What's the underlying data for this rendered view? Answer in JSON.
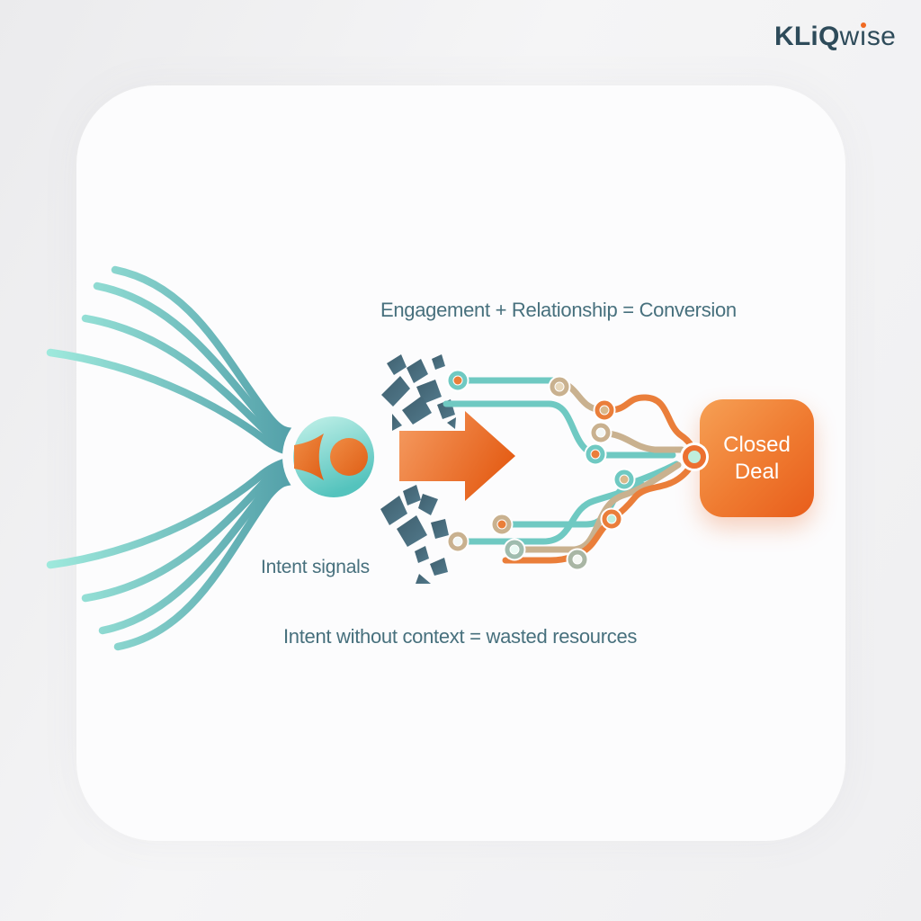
{
  "brand": {
    "bold": "KLiQ",
    "wise_pre": "w",
    "wise_i": "ı",
    "wise_post": "se"
  },
  "headline": "Engagement + Relationship = Conversion",
  "labels": {
    "intent_signals": "Intent signals",
    "bottom_caption": "Intent without context = wasted resources"
  },
  "closed_deal": {
    "line1": "Closed",
    "line2": "Deal"
  },
  "colors": {
    "page_background": "#efeff1",
    "card_background": "#fcfcfd",
    "brand_navy": "#2e4b5a",
    "accent_orange": "#ec6c24",
    "teal": "#5ec7c1",
    "mint_light": "#9feadd",
    "teal_deep": "#4f9ca6",
    "shard_slate": "#47626e",
    "tan_line": "#c9b18f",
    "text_slate": "#47707d",
    "deal_box_gradient_start": "#f6a055",
    "deal_box_gradient_end": "#e85d1b",
    "hub_core_mint": "#bfeedd"
  }
}
